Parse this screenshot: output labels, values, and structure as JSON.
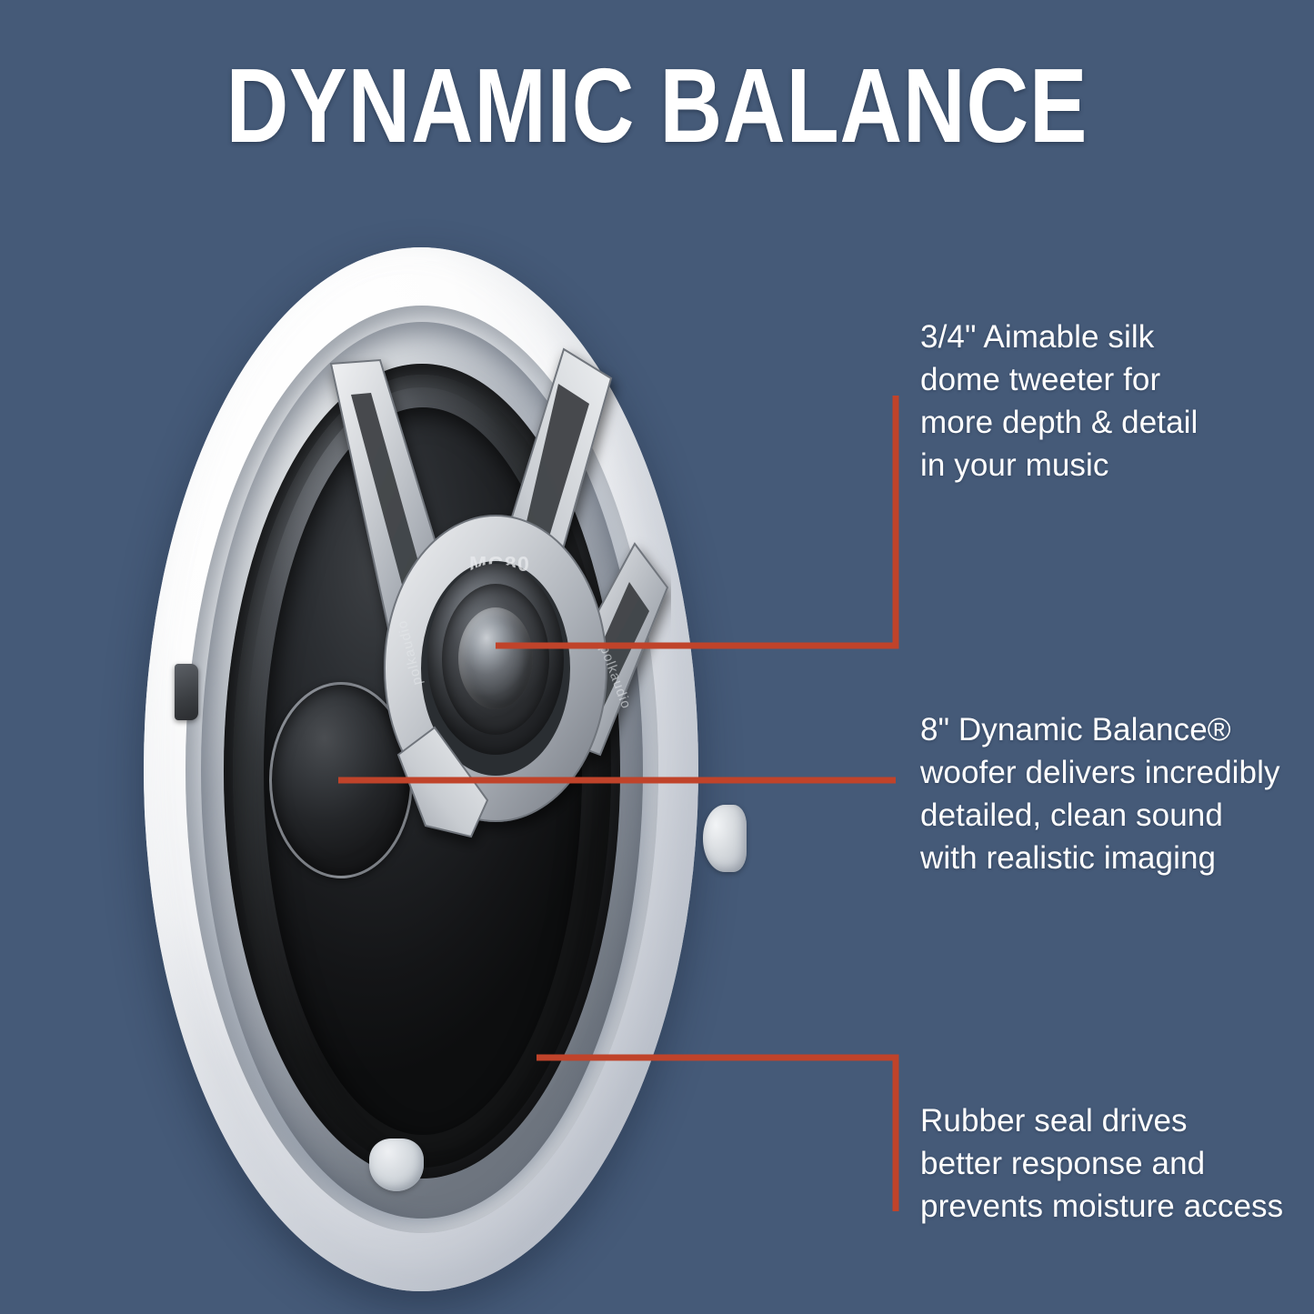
{
  "page": {
    "title": "DYNAMIC BALANCE",
    "background_color": "#455a78",
    "accent_color": "#c0432a",
    "text_color": "#ffffff"
  },
  "product": {
    "model_marking": "MC80",
    "brand_marking": "polkaudio",
    "parts": {
      "bezel": "white-oval-bezel",
      "basket": "metallic-basket",
      "woofer_cone": "black-woofer-cone",
      "dust_cap": "dust-cap",
      "surround": "rubber-surround",
      "tweeter_bridge": "silver-gimbal-bridge",
      "tweeter_dome": "silk-dome-tweeter"
    }
  },
  "callouts": [
    {
      "id": "tweeter",
      "lines": [
        "3/4\" Aimable silk",
        "dome tweeter for",
        "more depth & detail",
        "in your music"
      ],
      "text": "3/4\" Aimable silk dome tweeter for more depth & detail in your music",
      "leader": "elbow-down-left"
    },
    {
      "id": "woofer",
      "lines": [
        "8\" Dynamic Balance®",
        "woofer delivers incredibly",
        "detailed, clean sound",
        "with realistic imaging"
      ],
      "text": "8\" Dynamic Balance® woofer delivers incredibly detailed, clean sound with realistic imaging",
      "leader": "straight-left"
    },
    {
      "id": "seal",
      "lines": [
        "Rubber seal drives",
        "better response and",
        "prevents moisture access"
      ],
      "text": "Rubber seal drives better response and prevents moisture access",
      "leader": "elbow-up-left"
    }
  ]
}
